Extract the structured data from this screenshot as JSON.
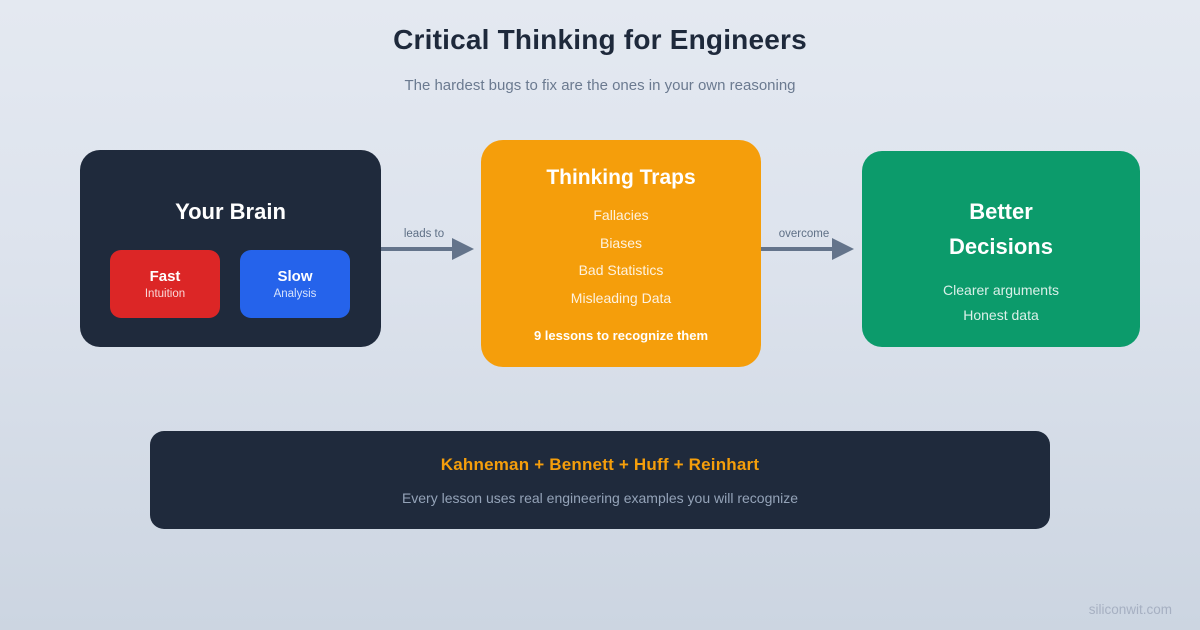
{
  "header": {
    "title": "Critical Thinking for Engineers",
    "subtitle": "The hardest bugs to fix are the ones in your own reasoning"
  },
  "brain": {
    "title": "Your Brain",
    "fast": {
      "label": "Fast",
      "sublabel": "Intuition",
      "color": "#dc2626"
    },
    "slow": {
      "label": "Slow",
      "sublabel": "Analysis",
      "color": "#2563eb"
    }
  },
  "arrows": [
    {
      "label": "leads to"
    },
    {
      "label": "overcome"
    }
  ],
  "traps": {
    "title": "Thinking Traps",
    "items": [
      "Fallacies",
      "Biases",
      "Bad Statistics",
      "Misleading Data"
    ],
    "footnote": "9 lessons to recognize them",
    "color": "#f59e0b"
  },
  "decisions": {
    "title_lines": [
      "Better",
      "Decisions"
    ],
    "items": [
      "Clearer arguments",
      "Honest data"
    ],
    "color": "#0c9b6b"
  },
  "footer": {
    "authors": "Kahneman + Bennett + Huff + Reinhart",
    "tagline": "Every lesson uses real engineering examples you will recognize"
  },
  "watermark": "siliconwit.com",
  "colors": {
    "dark_panel": "#1f2a3c",
    "background_top": "#e4e9f1",
    "background_bottom": "#ccd5e1",
    "arrow_gray": "#64748b",
    "title_text": "#1e293b",
    "subtitle_text": "#6b7a90"
  }
}
